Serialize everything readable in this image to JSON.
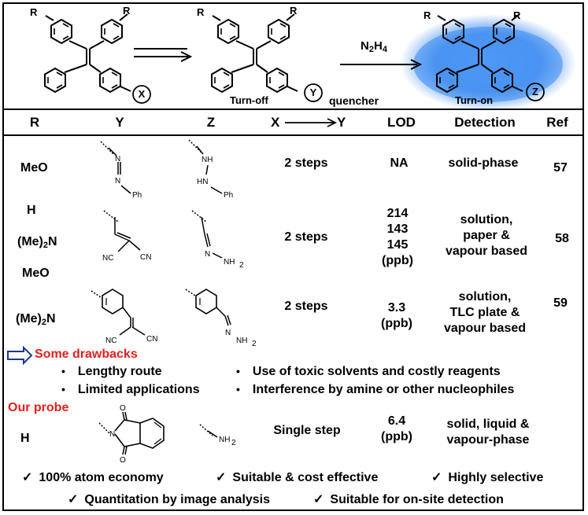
{
  "scheme": {
    "r_label": "R",
    "x_label": "X",
    "y_label": "Y",
    "z_label": "Z",
    "turn_off": "Turn-off",
    "quencher": "quencher",
    "turn_on": "Turn-on",
    "reagent_main": "N",
    "reagent_sub1": "2",
    "reagent_h": "H",
    "reagent_sub2": "4"
  },
  "headers": {
    "r": "R",
    "y": "Y",
    "z": "Z",
    "x": "X",
    "arrow_y": "Y",
    "lod": "LOD",
    "detection": "Detection",
    "ref": "Ref"
  },
  "rows": [
    {
      "r1": "MeO",
      "steps": "2 steps",
      "lod": "NA",
      "detection": "solid-phase",
      "ref": "57",
      "y_atoms": [
        "N",
        "N",
        "Ph"
      ],
      "z_atoms": [
        "NH",
        "HN",
        "Ph"
      ]
    },
    {
      "r1": "H",
      "r2_pre": "(Me)",
      "r2_sub": "2",
      "r2_post": "N",
      "r3": "MeO",
      "steps": "2 steps",
      "lod_lines": [
        "214",
        "143",
        "145",
        "(ppb)"
      ],
      "det_lines": [
        "solution,",
        "paper &",
        "vapour based"
      ],
      "ref": "58",
      "y_atoms": [
        "CN",
        "NC"
      ],
      "z_atoms": [
        "N",
        "NH",
        "2"
      ]
    },
    {
      "r_pre": "(Me)",
      "r_sub": "2",
      "r_post": "N",
      "steps": "2 steps",
      "lod_lines": [
        "3.3",
        "(ppb)"
      ],
      "det_lines": [
        "solution,",
        "TLC plate &",
        "vapour based"
      ],
      "ref": "59",
      "y_atoms": [
        "NC",
        "CN"
      ],
      "z_atoms": [
        "N",
        "NH",
        "2"
      ]
    }
  ],
  "drawbacks": {
    "title": "Some drawbacks",
    "items": [
      "Lengthy route",
      "Use of toxic solvents and costly reagents",
      "Limited applications",
      "Interference by amine or other nucleophiles"
    ]
  },
  "our_probe": {
    "title": "Our probe",
    "r": "H",
    "steps": "Single step",
    "lod_lines": [
      "6.4",
      "(ppb)"
    ],
    "det_lines": [
      "solid, liquid &",
      "vapour-phase"
    ],
    "z_atoms": [
      "NH",
      "2"
    ],
    "y_atoms": [
      "O",
      "N",
      "O"
    ]
  },
  "advantages": [
    "100% atom economy",
    "Suitable & cost effective",
    "Highly selective",
    "Quantitation by image analysis",
    "Suitable for on-site detection"
  ]
}
